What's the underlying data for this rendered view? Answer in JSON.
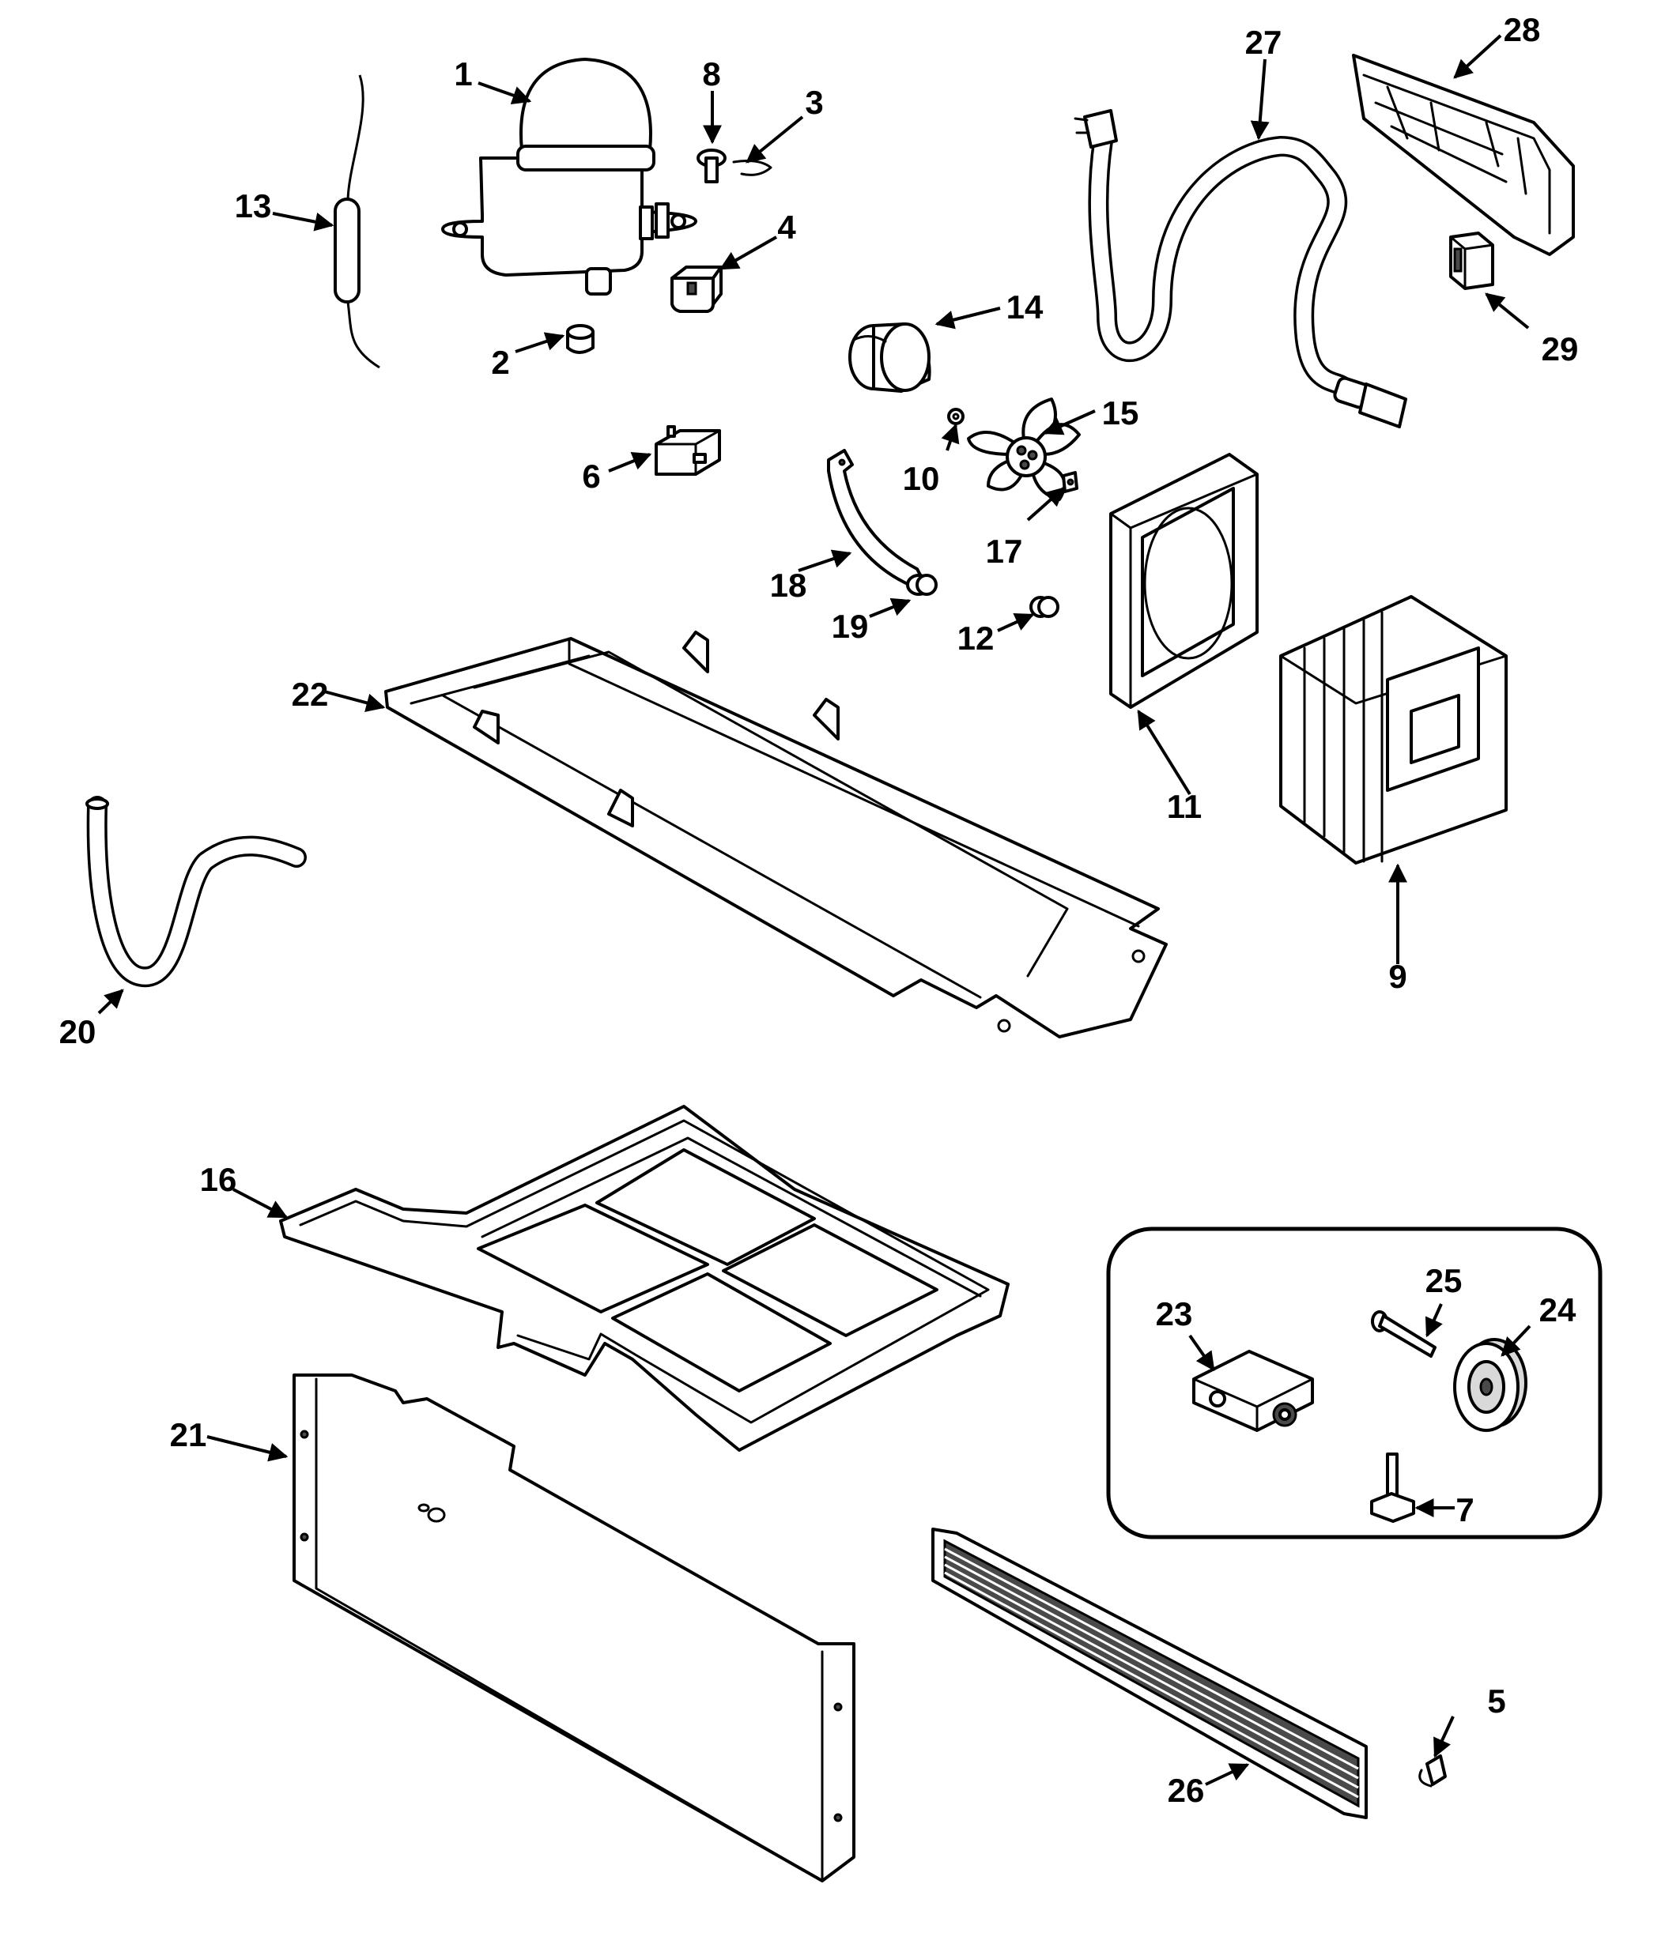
{
  "callouts": {
    "c1": "1",
    "c2": "2",
    "c3": "3",
    "c4": "4",
    "c5": "5",
    "c6": "6",
    "c7": "7",
    "c8": "8",
    "c9": "9",
    "c10": "10",
    "c11": "11",
    "c12": "12",
    "c13": "13",
    "c14": "14",
    "c15": "15",
    "c16": "16",
    "c17": "17",
    "c18": "18",
    "c19": "19",
    "c20": "20",
    "c21": "21",
    "c22": "22",
    "c23": "23",
    "c24": "24",
    "c25": "25",
    "c26": "26",
    "c27": "27",
    "c28": "28",
    "c29": "29"
  },
  "colors": {
    "line": "#000000",
    "background": "#ffffff",
    "shade": "#d9d9d9"
  }
}
